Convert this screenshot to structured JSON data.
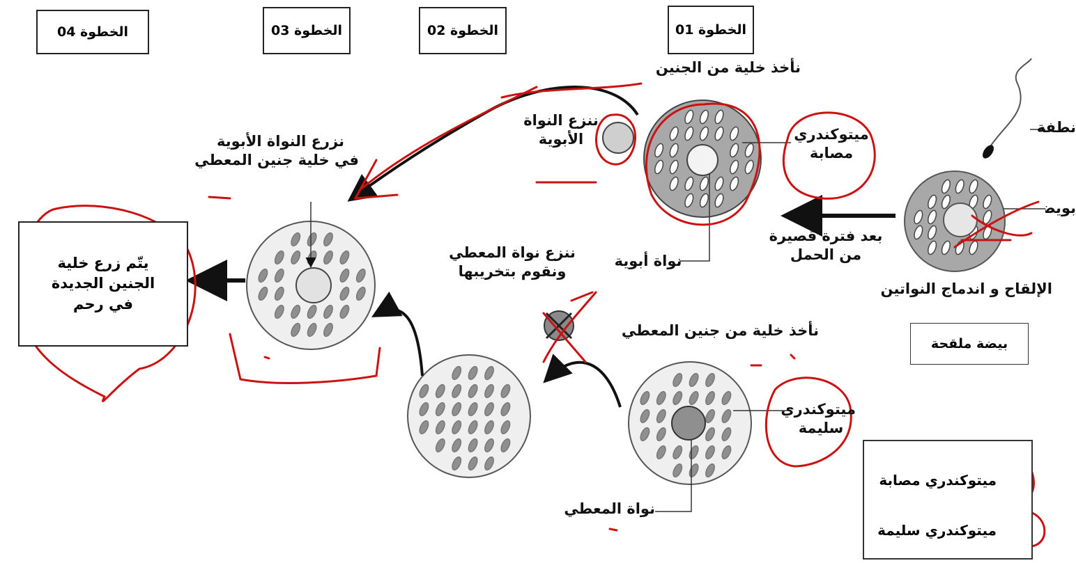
{
  "steps": {
    "step01": "الخطوة 01",
    "step02": "الخطوة 02",
    "step03": "الخطوة 03",
    "step04": "الخطوة 04"
  },
  "labels": {
    "sperm": "نطفة",
    "egg": "بويضة",
    "fertilization": "الإلقاح و اندماج النواتين",
    "fertilized_egg": "بيضة ملقحة",
    "after_short_time_1": "بعد فترة قصيرة",
    "after_short_time_2": "من الحمل",
    "take_embryo_cell": "نأخذ  خلية من الجنين",
    "diseased_mito_1": "ميتوكندري",
    "diseased_mito_2": "مصابة",
    "parental_nucleus": "نواة أبوية",
    "remove_parental_1": "ننزع النواة",
    "remove_parental_2": "الأبوية",
    "transplant_1": "نزرع النواة الأبوية",
    "transplant_2": "في خلية جنين المعطي",
    "take_donor_cell": "نأخذ خلية من جنين المعطي",
    "healthy_mito_1": "ميتوكندري",
    "healthy_mito_2": "سليمة",
    "donor_nucleus": "نواة المعطي",
    "remove_donor_1": "ننزع نواة المعطي",
    "remove_donor_2": "ونقوم بتخريبها",
    "final_1": "يتّم زرع خلية",
    "final_2": "الجنين الجديدة",
    "final_3": "في رحم"
  },
  "legend": {
    "diseased": "ميتوكندري مصابة",
    "healthy": "ميتوكندري سليمة"
  },
  "colors": {
    "annotation_red": "#cc1111",
    "cytoplasm_diseased": "#a8a8a8",
    "cytoplasm_healthy": "#efefef",
    "mito_healthy": "#8f8f8f",
    "arrow": "#111111"
  }
}
